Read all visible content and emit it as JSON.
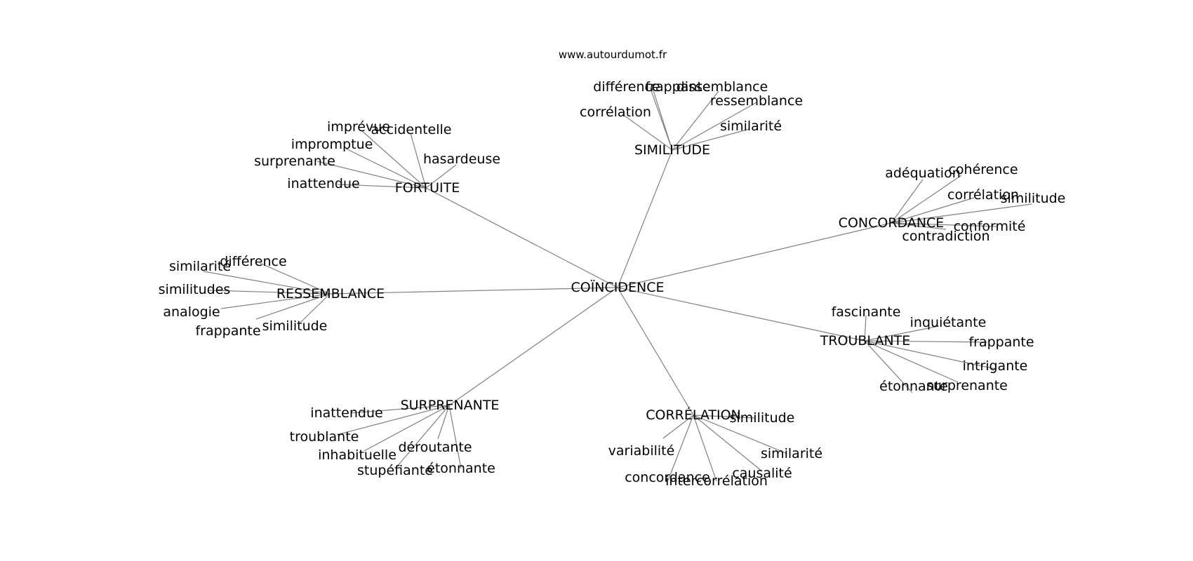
{
  "watermark": "www.autourdumot.fr",
  "colors": {
    "edge": "#808080",
    "text": "#000000",
    "background": "#ffffff"
  },
  "root": "COÏNCIDENCE",
  "clusters": [
    {
      "hub": "SIMILITUDE",
      "leaves": [
        "différence",
        "frappante",
        "dissemblance",
        "ressemblance",
        "corrélation",
        "similarité"
      ]
    },
    {
      "hub": "FORTUITE",
      "leaves": [
        "imprévue",
        "accidentelle",
        "impromptue",
        "surprenante",
        "hasardeuse",
        "inattendue"
      ]
    },
    {
      "hub": "CONCORDANCE",
      "leaves": [
        "adéquation",
        "cohérence",
        "corrélation",
        "similitude",
        "conformité",
        "contradiction"
      ]
    },
    {
      "hub": "RESSEMBLANCE",
      "leaves": [
        "différence",
        "similarité",
        "similitudes",
        "analogie",
        "frappante",
        "similitude"
      ]
    },
    {
      "hub": "TROUBLANTE",
      "leaves": [
        "fascinante",
        "inquiétante",
        "frappante",
        "intrigante",
        "étonnante",
        "surprenante"
      ]
    },
    {
      "hub": "SURPRENANTE",
      "leaves": [
        "inattendue",
        "troublante",
        "déroutante",
        "inhabituelle",
        "stupéfiante",
        "étonnante"
      ]
    },
    {
      "hub": "CORRÉLATION",
      "leaves": [
        "similitude",
        "variabilité",
        "similarité",
        "causalité",
        "concordance",
        "intercorrélation"
      ]
    }
  ]
}
